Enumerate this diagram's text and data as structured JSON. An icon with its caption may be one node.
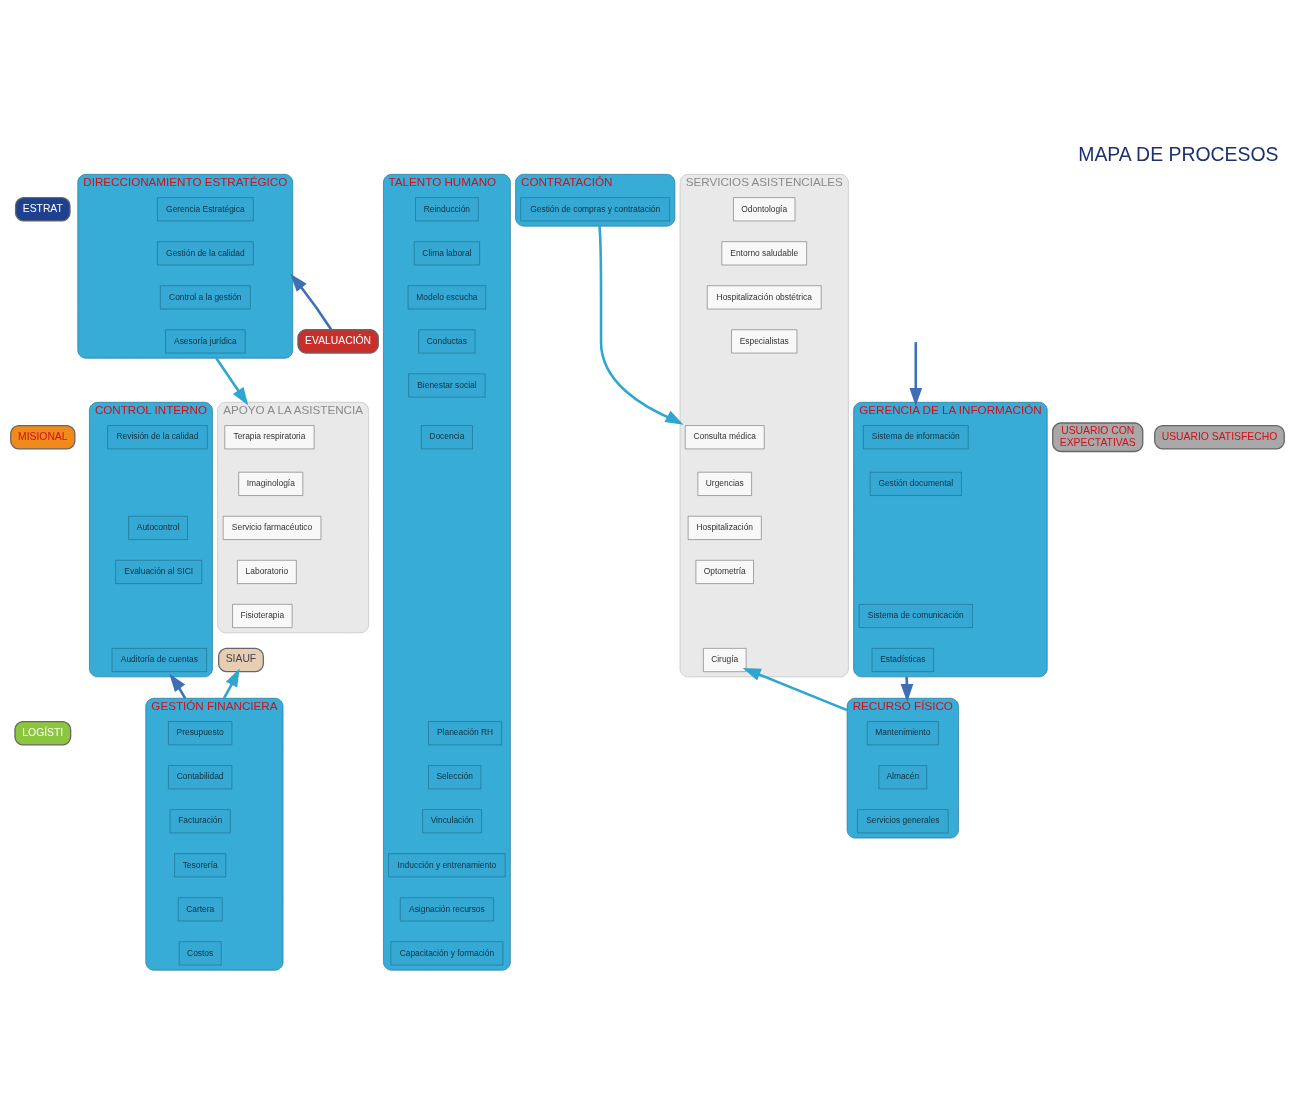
{
  "diagram": {
    "title": "MAPA DE PROCESOS",
    "nodes": [
      {
        "text": [
          "ESTRAT"
        ]
      },
      {
        "text": [
          "MISIONAL"
        ]
      },
      {
        "text": [
          "LOGÍSTI"
        ]
      },
      {
        "text": [
          "DIRECCIONAMIENTO ESTRATÉGICO"
        ]
      },
      {
        "text": [
          "Gerencia Estratégica"
        ],
        "in": 3
      },
      {
        "text": [
          "Gestión de la calidad"
        ],
        "in": 3
      },
      {
        "text": [
          "Control a la gestión"
        ],
        "in": 3
      },
      {
        "text": [
          "Asesoría jurídica"
        ],
        "in": 3
      },
      {
        "text": [
          "CONTRATACIÓN"
        ]
      },
      {
        "text": [
          "Gestión de compras y contratación"
        ],
        "in": 8
      },
      {
        "text": [
          "EVALUACIÓN"
        ]
      },
      {
        "text": [
          "USUARIO CON",
          "EXPECTATIVAS"
        ]
      },
      {
        "text": [
          "CONTROL INTERNO"
        ]
      },
      {
        "text": [
          "Revisión de la calidad"
        ],
        "in": 12
      },
      {
        "text": [
          "Autocontrol"
        ],
        "in": 12
      },
      {
        "text": [
          "Evaluación al SICI"
        ],
        "in": 12
      },
      {
        "text": [
          "Auditoría de cuentas"
        ],
        "in": 12
      },
      {
        "text": [
          "APOYO A LA ASISTENCIA"
        ]
      },
      {
        "text": [
          "Terapia respiratoria"
        ],
        "in": 17
      },
      {
        "text": [
          "Imaginología"
        ],
        "in": 17
      },
      {
        "text": [
          "Servicio farmacéutico"
        ],
        "in": 17
      },
      {
        "text": [
          "Laboratorio"
        ],
        "in": 17
      },
      {
        "text": [
          "Fisioterapia"
        ],
        "in": 17
      },
      {
        "text": [
          "SERVICIOS ASISTENCIALES"
        ]
      },
      {
        "text": [
          "Consulta médica"
        ],
        "in": 23
      },
      {
        "text": [
          "Odontología"
        ],
        "in": 23
      },
      {
        "text": [
          "Urgencias"
        ],
        "in": 23
      },
      {
        "text": [
          "Entorno saludable"
        ],
        "in": 23
      },
      {
        "text": [
          "Hospitalización"
        ],
        "in": 23
      },
      {
        "text": [
          "Hospitalización obstétrica"
        ],
        "in": 23
      },
      {
        "text": [
          "Optometría"
        ],
        "in": 23
      },
      {
        "text": [
          "Especialistas"
        ],
        "in": 23
      },
      {
        "text": [
          "Cirugía"
        ],
        "in": 23
      },
      {
        "text": [
          "SIAUF"
        ]
      },
      {
        "text": [
          "GERENCIA DE LA INFORMACIÓN"
        ]
      },
      {
        "text": [
          "Sistema de información"
        ],
        "in": 34
      },
      {
        "text": [
          "Gestión documental"
        ],
        "in": 34
      },
      {
        "text": [
          "Sistema de comunicación"
        ],
        "in": 34
      },
      {
        "text": [
          "Estadísticas"
        ],
        "in": 34
      },
      {
        "text": [
          "USUARIO SATISFECHO"
        ]
      },
      {
        "text": [
          "GESTIÓN FINANCIERA"
        ]
      },
      {
        "text": [
          "Presupuesto"
        ],
        "in": 40
      },
      {
        "text": [
          "Contabilidad"
        ],
        "in": 40
      },
      {
        "text": [
          "Facturación"
        ],
        "in": 40
      },
      {
        "text": [
          "Tesorería"
        ],
        "in": 40
      },
      {
        "text": [
          "Cartera"
        ],
        "in": 40
      },
      {
        "text": [
          "Costos"
        ],
        "in": 40
      },
      {
        "text": [
          "TALENTO HUMANO"
        ]
      },
      {
        "text": [
          "Planeación RH"
        ],
        "in": 47
      },
      {
        "text": [
          "Reinducción"
        ],
        "in": 47
      },
      {
        "text": [
          "Selección"
        ],
        "in": 47
      },
      {
        "text": [
          "Clima laboral"
        ],
        "in": 47
      },
      {
        "text": [
          "Vinculación"
        ],
        "in": 47
      },
      {
        "text": [
          "Modelo escucha"
        ],
        "in": 47
      },
      {
        "text": [
          "Inducción y entrenamiento"
        ],
        "in": 47
      },
      {
        "text": [
          "Conductas"
        ],
        "in": 47
      },
      {
        "text": [
          "Asignación recursos"
        ],
        "in": 47
      },
      {
        "text": [
          "Bienestar social"
        ],
        "in": 47
      },
      {
        "text": [
          "Capacitación y formación"
        ],
        "in": 47
      },
      {
        "text": [
          "Docencia"
        ],
        "in": 47
      },
      {
        "text": [
          "RECURSO FÍSICO"
        ]
      },
      {
        "text": [
          "Mantenimiento"
        ],
        "in": 60
      },
      {
        "text": [
          "Almacén"
        ],
        "in": 60
      },
      {
        "text": [
          "Servicios generales"
        ],
        "in": 60
      }
    ],
    "edges": [
      {
        "from": 10,
        "to": 3,
        "arrow": "to"
      },
      {
        "from": 3,
        "to": 17,
        "arrow": "to",
        "color": "#2fa6cf"
      },
      {
        "from": 8,
        "to": 23,
        "arrow": "to",
        "color": "#2fa6cf"
      },
      {
        "from": null,
        "to": 34,
        "arrow": "to"
      },
      {
        "from": 34,
        "to": 60,
        "arrow": "to"
      },
      {
        "from": 40,
        "to": 12,
        "arrow": "to"
      },
      {
        "from": 40,
        "to": 33,
        "arrow": "to",
        "color": "#2fa6cf"
      },
      {
        "from": 60,
        "to": 32,
        "arrow": "to",
        "color": "#2fa6cf"
      }
    ]
  }
}
